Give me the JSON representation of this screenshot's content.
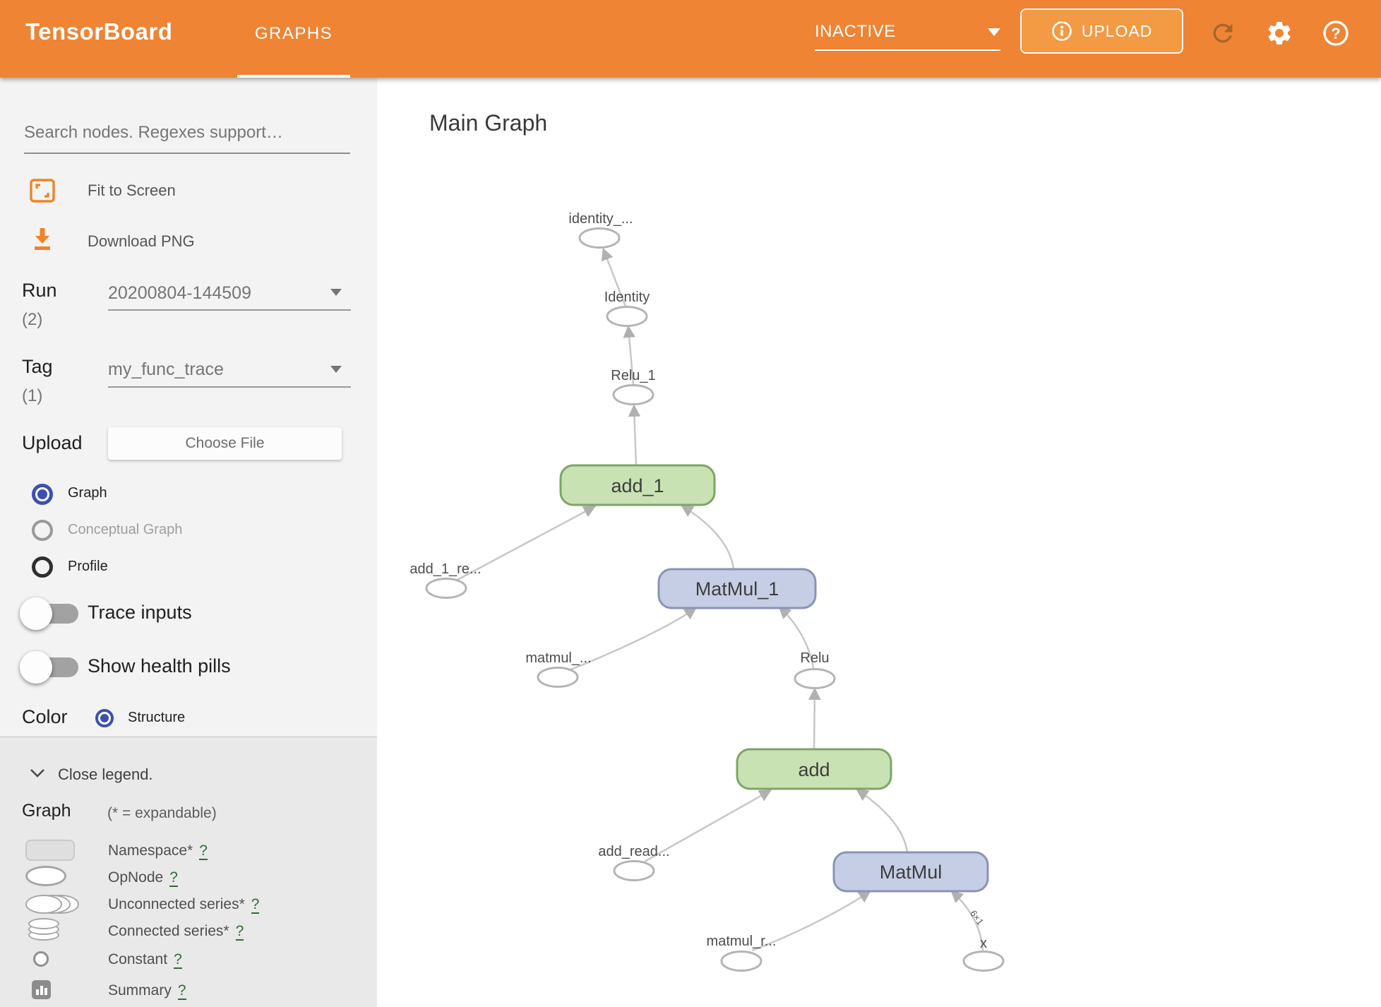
{
  "colors": {
    "header_orange": "#ee8434",
    "upload_button_orange": "#f29a44",
    "accent_indigo": "#3b50b2",
    "node_green_fill": "#c9e2b4",
    "node_green_border": "#7fa465",
    "node_blue_fill": "#c6cee5",
    "node_blue_border": "#8993b4",
    "help_link_green": "#2f6d31",
    "edge_gray": "#c7c7c7"
  },
  "header": {
    "brand": "TensorBoard",
    "tab_graphs": "GRAPHS",
    "status": "INACTIVE",
    "upload": "UPLOAD"
  },
  "sidebar": {
    "search_placeholder": "Search nodes. Regexes supported.",
    "fit_to_screen": "Fit to Screen",
    "download_png": "Download PNG",
    "run_label": "Run",
    "run_count": "(2)",
    "run_value": "20200804-144509",
    "tag_label": "Tag",
    "tag_count": "(1)",
    "tag_value": "my_func_trace",
    "upload_label": "Upload",
    "choose_file": "Choose File",
    "radio_graph": "Graph",
    "radio_conceptual": "Conceptual Graph",
    "radio_profile": "Profile",
    "toggle_trace": "Trace inputs",
    "toggle_health": "Show health pills",
    "color_label": "Color",
    "color_option": "Structure"
  },
  "legend": {
    "close": "Close legend.",
    "heading": "Graph",
    "note": "(* = expandable)",
    "items": [
      {
        "label": "Namespace*",
        "help": "?"
      },
      {
        "label": "OpNode",
        "help": "?"
      },
      {
        "label": "Unconnected series*",
        "help": "?"
      },
      {
        "label": "Connected series*",
        "help": "?"
      },
      {
        "label": "Constant",
        "help": "?"
      },
      {
        "label": "Summary",
        "help": "?"
      }
    ]
  },
  "main": {
    "title": "Main Graph",
    "graph": {
      "nodes": {
        "identity_out": "identity_...",
        "identity": "Identity",
        "relu_1": "Relu_1",
        "add_1": "add_1",
        "add_1_read": "add_1_re...",
        "matmul_1": "MatMul_1",
        "matmul_read": "matmul_...",
        "relu": "Relu",
        "add": "add",
        "add_read": "add_read...",
        "matmul": "MatMul",
        "matmul_r": "matmul_r...",
        "x": "x"
      },
      "edge_shape_label": "6×1"
    }
  }
}
